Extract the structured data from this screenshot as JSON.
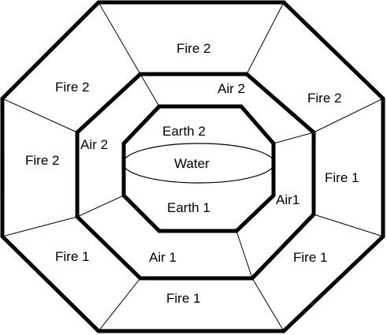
{
  "colors": {
    "background": "#ffffff",
    "stroke": "#000000"
  },
  "outer_ring": {
    "segments": [
      "Fire 2",
      "Fire 2",
      "Fire 1",
      "Fire 1",
      "Fire 1",
      "Fire 1",
      "Fire 2",
      "Fire 2"
    ]
  },
  "middle_ring": {
    "segments": [
      "Air 2",
      "Air1",
      "Air 1",
      "Air 2"
    ]
  },
  "inner_octagon": {
    "upper": "Earth 2",
    "lower": "Earth 1",
    "center": "Water"
  }
}
